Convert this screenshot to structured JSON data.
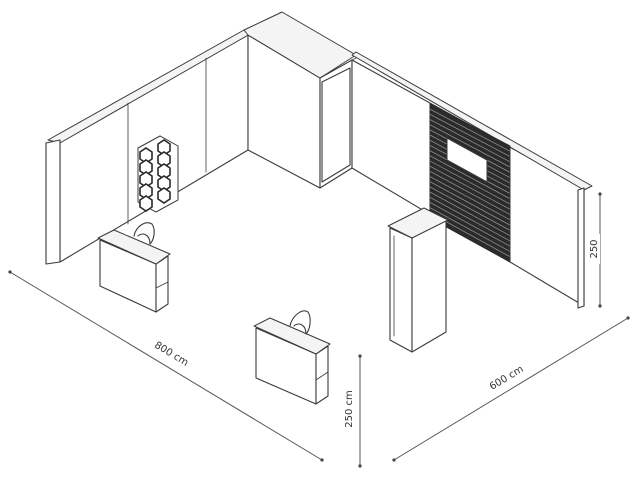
{
  "dimensions": {
    "width_label": "800 cm",
    "depth_label": "600 cm",
    "height_label": "250 cm",
    "wall_height_label": "250"
  }
}
